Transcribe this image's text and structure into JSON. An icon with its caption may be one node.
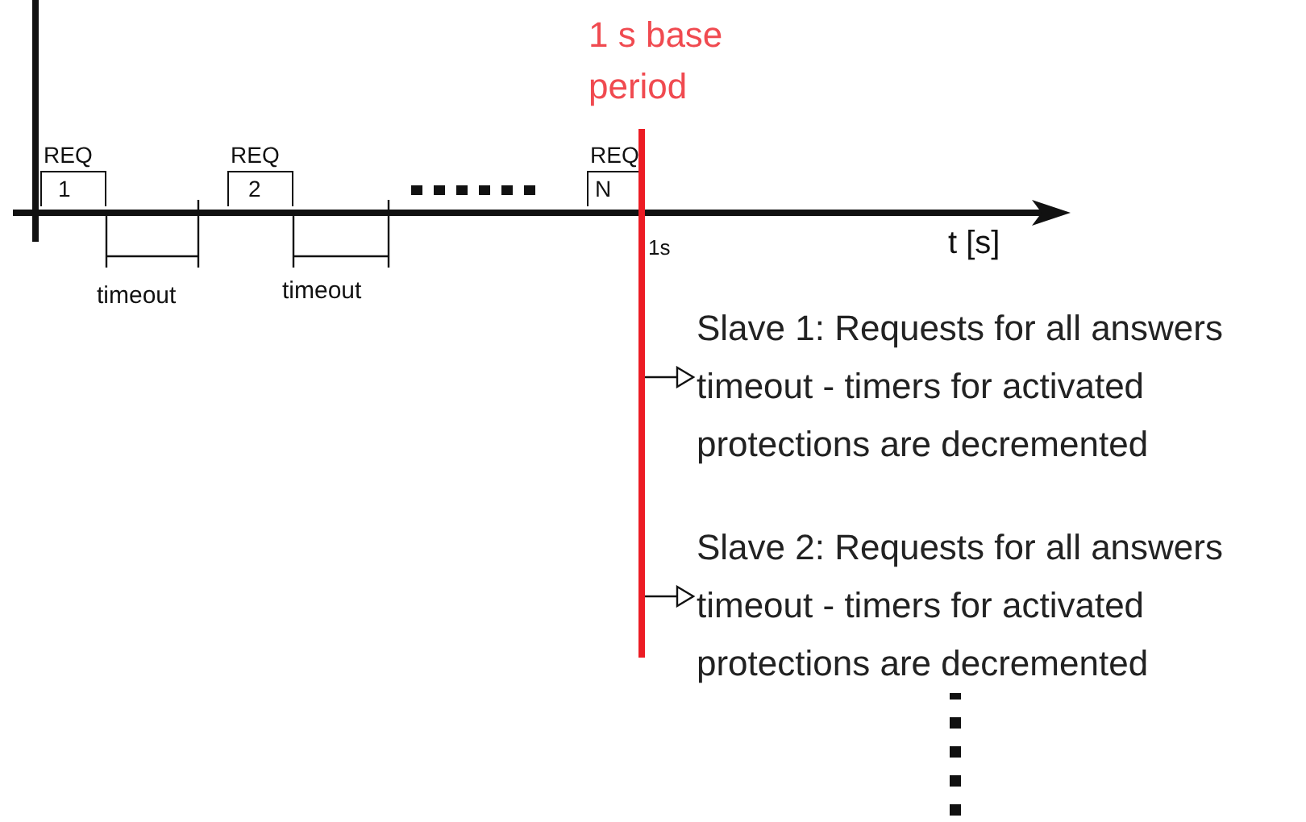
{
  "diagram": {
    "nodes": [
      {
        "text": [
          "REQ",
          "1"
        ]
      },
      {
        "text": [
          "REQ",
          "2"
        ]
      },
      {
        "text": [
          "REQ",
          "N"
        ]
      },
      {
        "text": [],
        "shape": "bar",
        "beside": [
          "1 s base period"
        ]
      },
      {
        "text": [
          "Slave 1: Requests for all answers timeout - timers for activated protections are decremented"
        ]
      },
      {
        "text": [
          "Slave 2: Requests for all answers timeout - timers for activated protections are decremented"
        ]
      }
    ],
    "edges": [
      {
        "from": 3,
        "to": 4,
        "arrow": "to"
      },
      {
        "from": 3,
        "to": 5,
        "arrow": "to"
      }
    ],
    "labels": [
      "timeout",
      "timeout",
      "1s",
      "t [s]"
    ]
  }
}
